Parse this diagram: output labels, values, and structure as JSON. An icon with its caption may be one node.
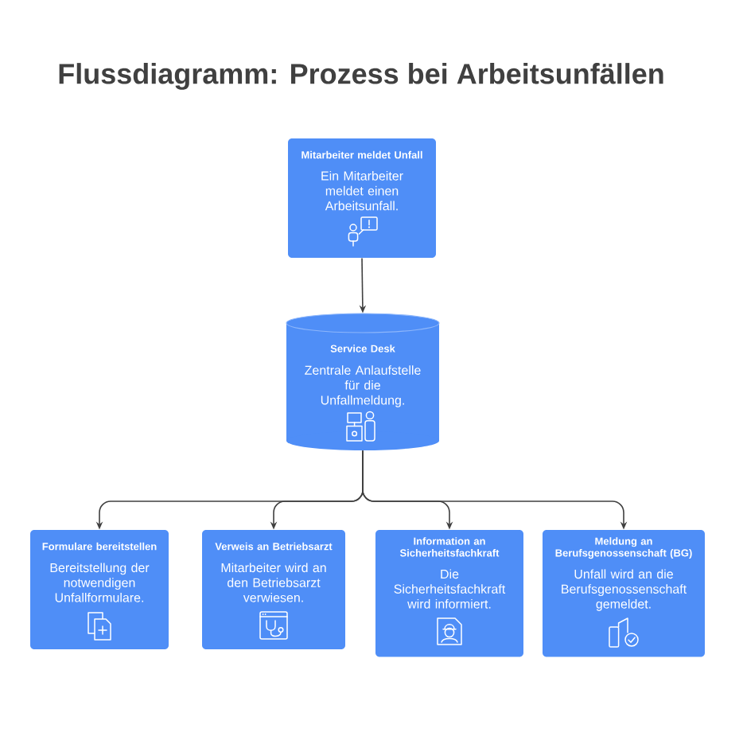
{
  "diagram": {
    "title": "Flussdiagramm: Prozess bei Arbeitsunfällen",
    "nodes": [
      {
        "text": [
          "Mitarbeiter meldet Unfall",
          "Ein Mitarbeiter meldet einen Arbeitsunfall."
        ]
      },
      {
        "text": [
          "Service Desk",
          "Zentrale Anlaufstelle für die Unfallmeldung."
        ]
      },
      {
        "text": [
          "Formulare bereitstellen",
          "Bereitstellung der notwendigen Unfallformulare."
        ]
      },
      {
        "text": [
          "Verweis an Betriebsarzt",
          "Mitarbeiter wird an den Betriebsarzt verwiesen."
        ]
      },
      {
        "text": [
          "Information an Sicherheitsfachkraft",
          "Die Sicherheitsfachkraft wird informiert."
        ]
      },
      {
        "text": [
          "Meldung an Berufsgenossenschaft (BG)",
          "Unfall wird an die Berufsgenossenschaft gemeldet."
        ]
      }
    ],
    "edges": [
      {
        "from": 0,
        "to": 1,
        "arrow": "to"
      },
      {
        "from": 1,
        "to": 2,
        "arrow": "to"
      },
      {
        "from": 1,
        "to": 3,
        "arrow": "to"
      },
      {
        "from": 1,
        "to": 4,
        "arrow": "to"
      },
      {
        "from": 1,
        "to": 5,
        "arrow": "to"
      }
    ]
  }
}
